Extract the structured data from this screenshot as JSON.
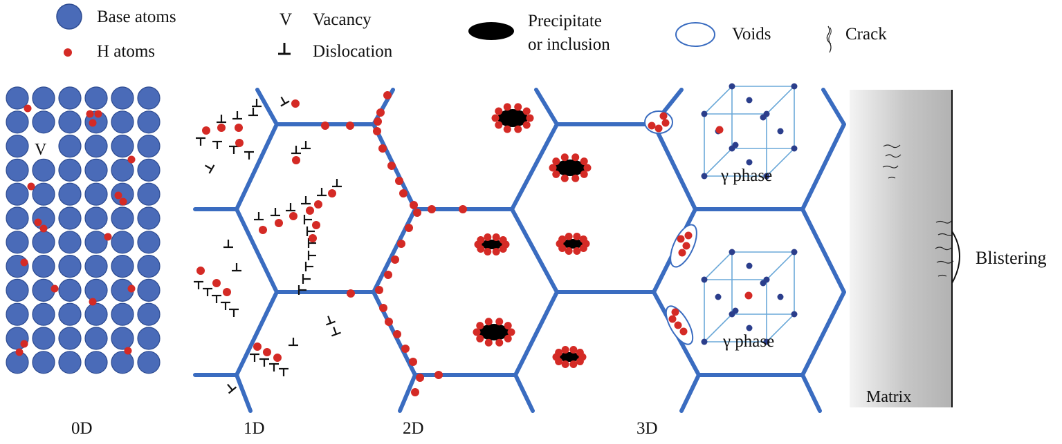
{
  "legend": {
    "base_atoms": "Base atoms",
    "h_atoms": "H atoms",
    "vacancy_symbol": "V",
    "vacancy": "Vacancy",
    "dislocation_symbol": "⊥",
    "dislocation": "Dislocation",
    "precipitate_line1": "Precipitate",
    "precipitate_line2": "or inclusion",
    "voids": "Voids",
    "crack": "Crack"
  },
  "panels": {
    "zero_d": "0D",
    "one_d": "1D",
    "two_d": "2D",
    "three_d": "3D"
  },
  "lattice_vacancy_label": "V",
  "gamma_phase_1": "γ phase",
  "gamma_phase_2": "γ phase",
  "matrix_label": "Matrix",
  "blistering_label": "Blistering",
  "colors": {
    "base_atom": "#4a6bb8",
    "h_atom": "#d42a25",
    "grain_boundary": "#3a6cc0",
    "precipitate": "#000000",
    "matrix_gray": "#b8b8b8"
  }
}
